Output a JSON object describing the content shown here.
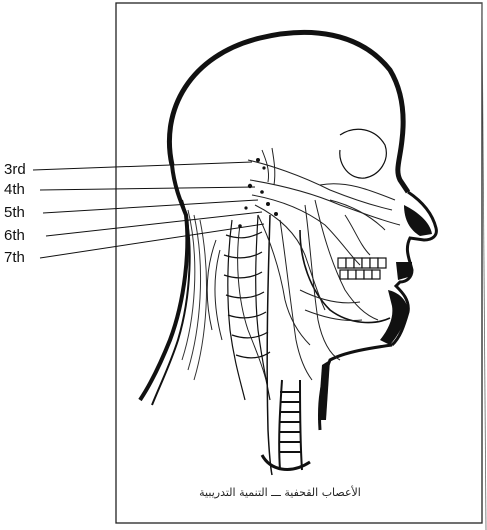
{
  "labels": [
    {
      "id": "3",
      "text": "3rd"
    },
    {
      "id": "4",
      "text": "4th"
    },
    {
      "id": "5",
      "text": "5th"
    },
    {
      "id": "6",
      "text": "6th"
    },
    {
      "id": "7",
      "text": "7th"
    }
  ],
  "caption": "الأعصاب القحفية ـــ التنمية التدريبية",
  "colors": {
    "ink": "#111111",
    "paper": "#ffffff"
  }
}
